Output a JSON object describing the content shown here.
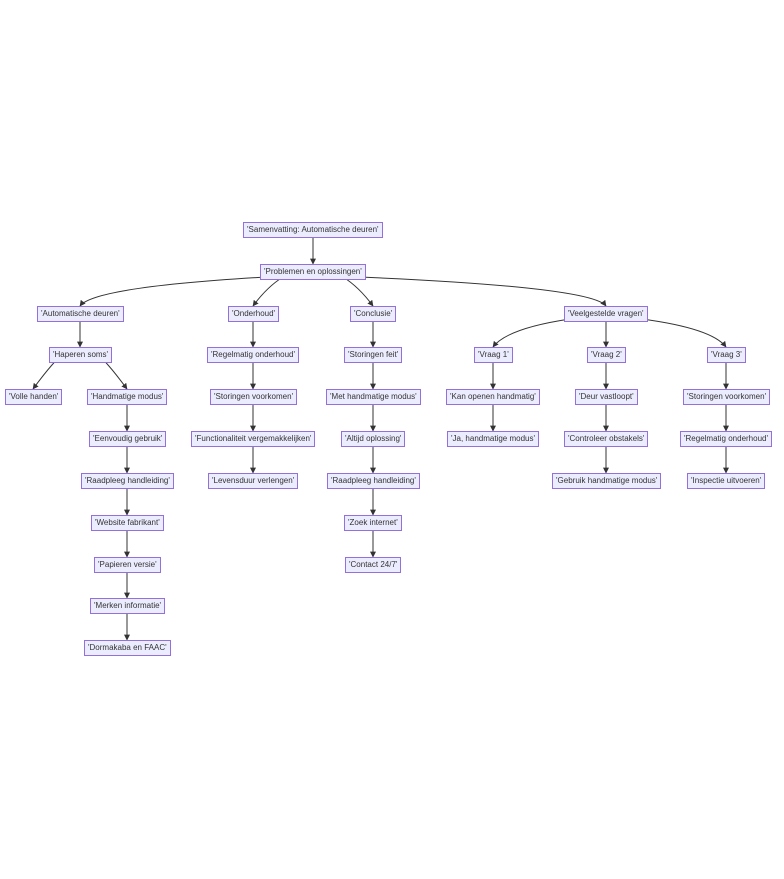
{
  "diagram": {
    "type": "flowchart",
    "colors": {
      "node_fill": "#ececff",
      "node_border": "#9370db",
      "edge": "#333333",
      "text": "#333333"
    },
    "nodes": {
      "root": "'Samenvatting: Automatische deuren'",
      "problems": "'Problemen en oplossingen'",
      "auto": "'Automatische deuren'",
      "haperen": "'Haperen soms'",
      "volle": "'Volle handen'",
      "handm": "'Handmatige modus'",
      "eenvoudig": "'Eenvoudig gebruik'",
      "raad1": "'Raadpleeg handleiding'",
      "website": "'Website fabrikant'",
      "papier": "'Papieren versie'",
      "merken": "'Merken informatie'",
      "dorma": "'Dormakaba en FAAC'",
      "onderhoud": "'Onderhoud'",
      "regel1": "'Regelmatig onderhoud'",
      "storing1": "'Storingen voorkomen'",
      "functio": "'Functionaliteit vergemakkelijken'",
      "levens": "'Levensduur verlengen'",
      "conclusie": "'Conclusie'",
      "storfeit": "'Storingen feit'",
      "methand": "'Met handmatige modus'",
      "altijd": "'Altijd oplossing'",
      "raad2": "'Raadpleeg handleiding'",
      "zoek": "'Zoek internet'",
      "contact": "'Contact 24/7'",
      "faq": "'Veelgestelde vragen'",
      "vraag1": "'Vraag 1'",
      "kan": "'Kan openen handmatig'",
      "ja": "'Ja, handmatige modus'",
      "vraag2": "'Vraag 2'",
      "deur": "'Deur vastloopt'",
      "control": "'Controleer obstakels'",
      "gebruik": "'Gebruik handmatige modus'",
      "vraag3": "'Vraag 3'",
      "storing3": "'Storingen voorkomen'",
      "regel3": "'Regelmatig onderhoud'",
      "inspectie": "'Inspectie uitvoeren'"
    },
    "edges": [
      [
        "root",
        "problems"
      ],
      [
        "problems",
        "auto"
      ],
      [
        "problems",
        "onderhoud"
      ],
      [
        "problems",
        "conclusie"
      ],
      [
        "problems",
        "faq"
      ],
      [
        "auto",
        "haperen"
      ],
      [
        "haperen",
        "volle"
      ],
      [
        "haperen",
        "handm"
      ],
      [
        "handm",
        "eenvoudig"
      ],
      [
        "eenvoudig",
        "raad1"
      ],
      [
        "raad1",
        "website"
      ],
      [
        "website",
        "papier"
      ],
      [
        "papier",
        "merken"
      ],
      [
        "merken",
        "dorma"
      ],
      [
        "onderhoud",
        "regel1"
      ],
      [
        "regel1",
        "storing1"
      ],
      [
        "storing1",
        "functio"
      ],
      [
        "functio",
        "levens"
      ],
      [
        "conclusie",
        "storfeit"
      ],
      [
        "storfeit",
        "methand"
      ],
      [
        "methand",
        "altijd"
      ],
      [
        "altijd",
        "raad2"
      ],
      [
        "raad2",
        "zoek"
      ],
      [
        "zoek",
        "contact"
      ],
      [
        "faq",
        "vraag1"
      ],
      [
        "faq",
        "vraag2"
      ],
      [
        "faq",
        "vraag3"
      ],
      [
        "vraag1",
        "kan"
      ],
      [
        "kan",
        "ja"
      ],
      [
        "vraag2",
        "deur"
      ],
      [
        "deur",
        "control"
      ],
      [
        "control",
        "gebruik"
      ],
      [
        "vraag3",
        "storing3"
      ],
      [
        "storing3",
        "regel3"
      ],
      [
        "regel3",
        "inspectie"
      ]
    ]
  }
}
